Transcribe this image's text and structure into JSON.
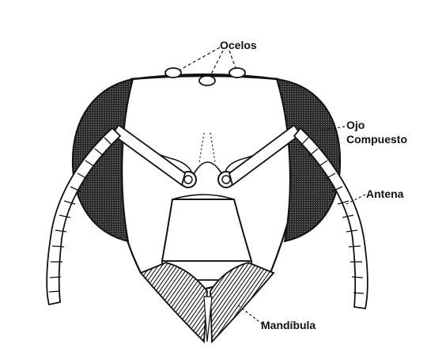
{
  "labels": {
    "ocelos": "Ocelos",
    "ojo": "Ojo",
    "compuesto": "Compuesto",
    "antena": "Antena",
    "mandibula": "Mandíbula"
  },
  "colors": {
    "ink": "#111111",
    "eye_fill": "#2b2b2b",
    "background": "#ffffff"
  }
}
